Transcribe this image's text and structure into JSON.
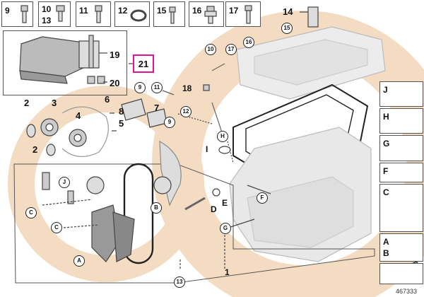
{
  "top_strip": [
    {
      "nums": [
        "9"
      ]
    },
    {
      "nums": [
        "10",
        "13"
      ]
    },
    {
      "nums": [
        "11"
      ]
    },
    {
      "nums": [
        "12"
      ]
    },
    {
      "nums": [
        "15"
      ]
    },
    {
      "nums": [
        "16"
      ]
    },
    {
      "nums": [
        "17"
      ]
    }
  ],
  "kit_box": {
    "labels": [
      "19",
      "20"
    ]
  },
  "highlight": {
    "label": "21",
    "color": "#e0139a"
  },
  "top_right": {
    "label": "14"
  },
  "right_column": [
    {
      "labels": [
        "J"
      ]
    },
    {
      "labels": [
        "H"
      ]
    },
    {
      "labels": [
        "G"
      ]
    },
    {
      "labels": [
        "F"
      ]
    },
    {
      "labels": [
        "C"
      ]
    },
    {
      "labels": [
        "A",
        "B"
      ]
    }
  ],
  "callouts": {
    "c15": "15",
    "c16": "16",
    "c10": "10",
    "c17": "17",
    "c18": "18",
    "c9a": "9",
    "c11": "11",
    "c12": "12",
    "c9b": "9",
    "l2a": "2",
    "l3": "3",
    "l4": "4",
    "l6": "6",
    "l5": "5",
    "l8": "8",
    "l7": "7",
    "l2b": "2",
    "cH": "H",
    "lI": "I",
    "cJ": "J",
    "cB": "B",
    "cC1": "C",
    "cC2": "C",
    "cA": "A",
    "lD": "D",
    "lE": "E",
    "cF": "F",
    "cG": "G",
    "c13": "13",
    "l1": "1"
  },
  "catalog_number": "467333",
  "watermark_color": "#f4dcc2"
}
